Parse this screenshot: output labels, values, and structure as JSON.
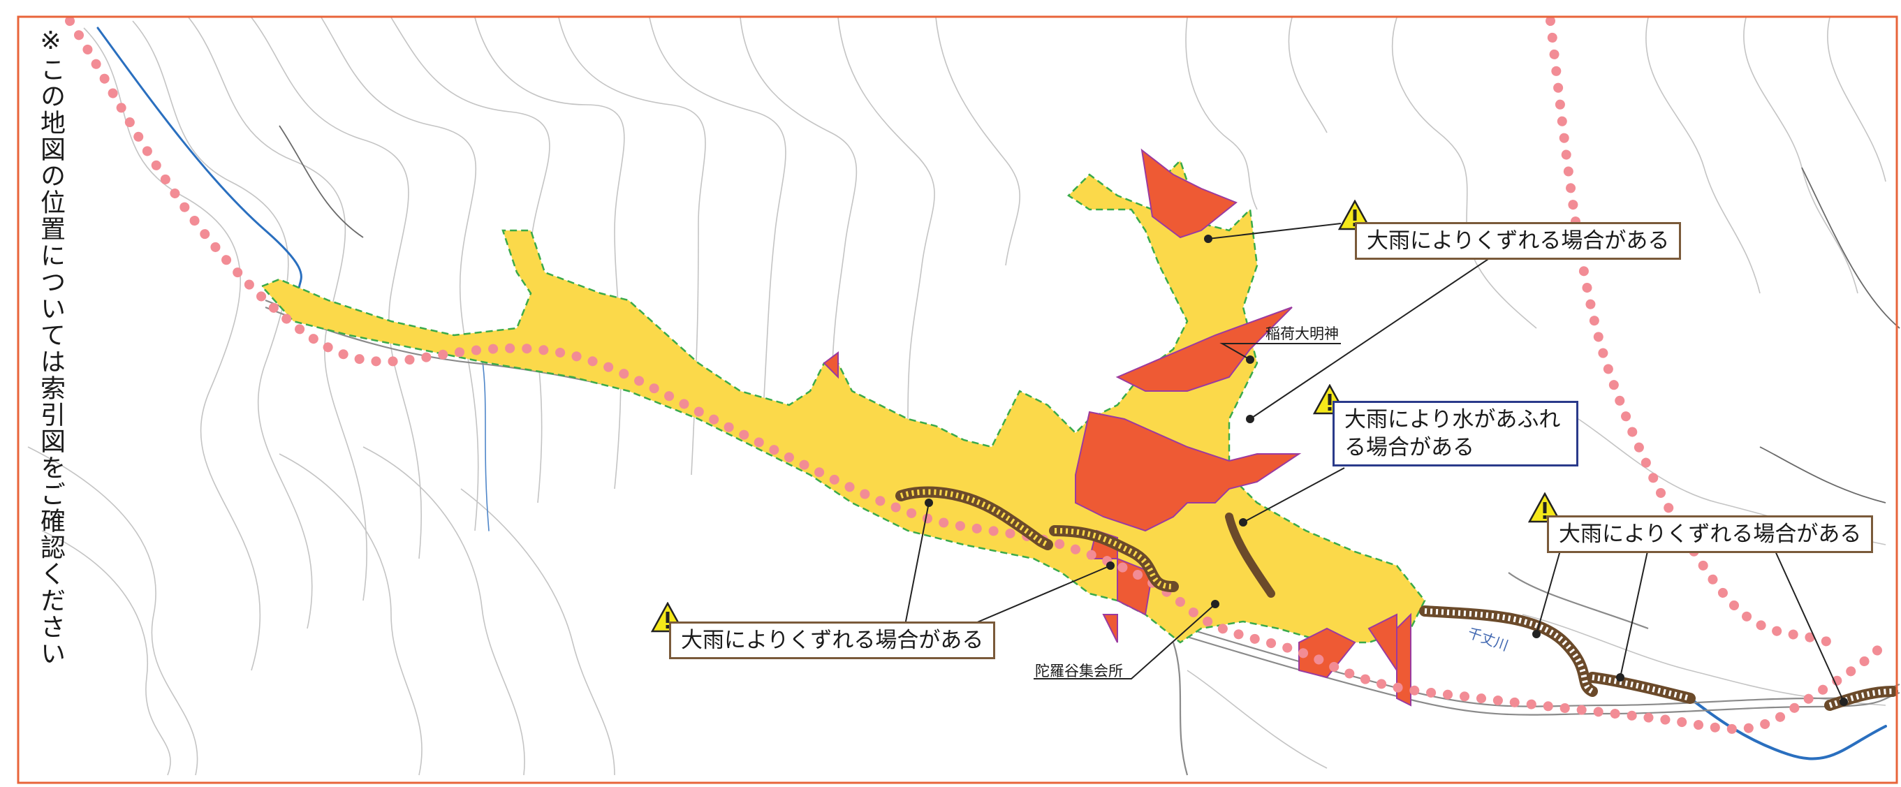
{
  "side_note": "※この地図の位置については索引図をご確認ください",
  "callouts": {
    "landslide_1": "大雨によりくずれる場合がある",
    "flood_1": "大雨により水があふれる場合がある",
    "landslide_2": "大雨によりくずれる場合がある",
    "landslide_3": "大雨によりくずれる場合がある"
  },
  "places": {
    "shrine": "稲荷大明神",
    "hall": "陀羅谷集会所"
  },
  "river": "千丈川",
  "colors": {
    "frame": "#e8643a",
    "hazard_yellow": "#fbd94a",
    "hazard_red": "#ee5a34",
    "boundary_dots": "#f28c95",
    "river_line": "#2a6fbf",
    "contour": "#bdbdbd",
    "dashed_boundary": "#3aaa4a",
    "callout_landslide_border": "#7a5a3a",
    "callout_flood_border": "#2a3a8a"
  },
  "icons": {
    "warning": "warning-triangle-icon"
  }
}
